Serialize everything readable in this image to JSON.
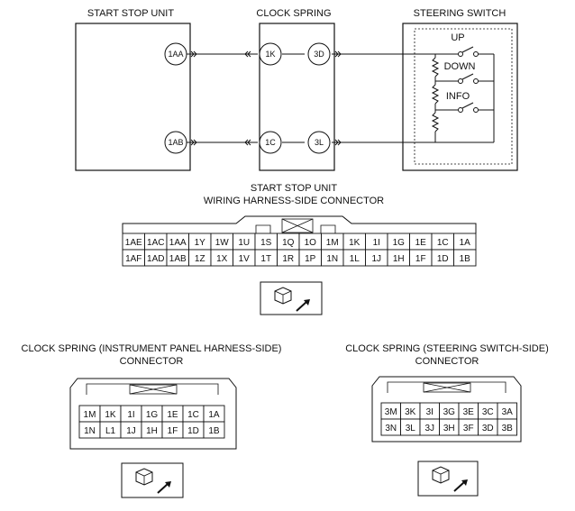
{
  "schematic": {
    "units": [
      {
        "name": "START STOP UNIT",
        "pins": [
          "1AA",
          "1AB"
        ]
      },
      {
        "name": "CLOCK SPRING",
        "pins_left": [
          "1K",
          "1C"
        ],
        "pins_right": [
          "3D",
          "3L"
        ]
      },
      {
        "name": "STEERING SWITCH",
        "switches": [
          "UP",
          "DOWN",
          "INFO"
        ]
      }
    ]
  },
  "start_stop_connector": {
    "title_line1": "START STOP UNIT",
    "title_line2": "WIRING HARNESS-SIDE CONNECTOR",
    "rows": [
      [
        "1AE",
        "1AC",
        "1AA",
        "1Y",
        "1W",
        "1U",
        "1S",
        "1Q",
        "1O",
        "1M",
        "1K",
        "1I",
        "1G",
        "1E",
        "1C",
        "1A"
      ],
      [
        "1AF",
        "1AD",
        "1AB",
        "1Z",
        "1X",
        "1V",
        "1T",
        "1R",
        "1P",
        "1N",
        "1L",
        "1J",
        "1H",
        "1F",
        "1D",
        "1B"
      ]
    ]
  },
  "clock_spring_ip_connector": {
    "title_line1": "CLOCK SPRING (INSTRUMENT PANEL HARNESS-SIDE)",
    "title_line2": "CONNECTOR",
    "rows": [
      [
        "1M",
        "1K",
        "1I",
        "1G",
        "1E",
        "1C",
        "1A"
      ],
      [
        "1N",
        "L1",
        "1J",
        "1H",
        "1F",
        "1D",
        "1B"
      ]
    ]
  },
  "clock_spring_sw_connector": {
    "title_line1": "CLOCK SPRING (STEERING SWITCH-SIDE)",
    "title_line2": "CONNECTOR",
    "rows": [
      [
        "3M",
        "3K",
        "3I",
        "3G",
        "3E",
        "3C",
        "3A"
      ],
      [
        "3N",
        "3L",
        "3J",
        "3H",
        "3F",
        "3D",
        "3B"
      ]
    ]
  }
}
